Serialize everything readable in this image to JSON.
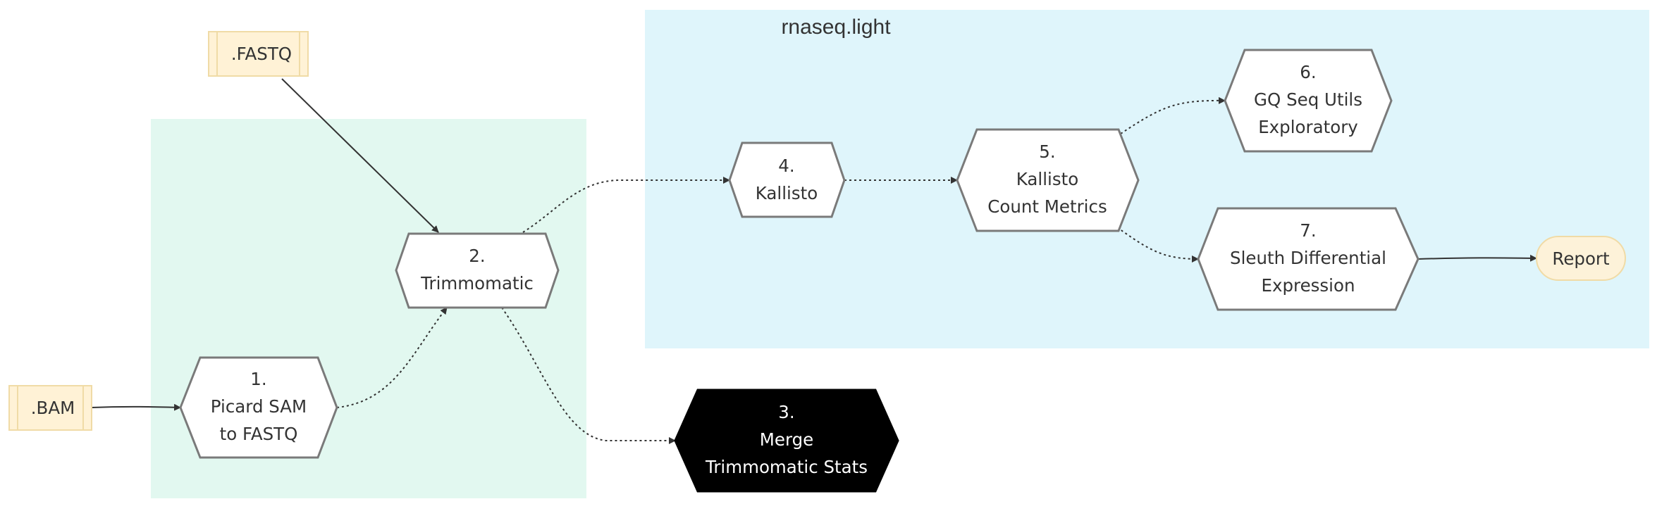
{
  "clusters": {
    "rnaseq": {
      "title": "rnaseq.light",
      "color": "#dff5fb"
    },
    "trim": {
      "title": "",
      "color": "#e2f8f0"
    }
  },
  "nodes": {
    "fastq": {
      "text": ".FASTQ"
    },
    "bam": {
      "text": ".BAM"
    },
    "n1": {
      "lines": [
        "1.",
        "Picard SAM",
        "to FASTQ"
      ]
    },
    "n2": {
      "lines": [
        "2.",
        "Trimmomatic"
      ]
    },
    "n3": {
      "lines": [
        "3.",
        "Merge",
        "Trimmomatic Stats"
      ]
    },
    "n4": {
      "lines": [
        "4.",
        "Kallisto"
      ]
    },
    "n5": {
      "lines": [
        "5.",
        "Kallisto",
        "Count Metrics"
      ]
    },
    "n6": {
      "lines": [
        "6.",
        "GQ Seq Utils",
        "Exploratory"
      ]
    },
    "n7": {
      "lines": [
        "7.",
        "Sleuth Differential",
        "Expression"
      ]
    },
    "report": {
      "text": "Report"
    }
  },
  "edges": [
    {
      "from": ".FASTQ",
      "to": "2. Trimmomatic",
      "style": "solid"
    },
    {
      "from": ".BAM",
      "to": "1. Picard SAM to FASTQ",
      "style": "solid"
    },
    {
      "from": "1. Picard SAM to FASTQ",
      "to": "2. Trimmomatic",
      "style": "dotted"
    },
    {
      "from": "2. Trimmomatic",
      "to": "4. Kallisto",
      "style": "dotted"
    },
    {
      "from": "2. Trimmomatic",
      "to": "3. Merge Trimmomatic Stats",
      "style": "dotted"
    },
    {
      "from": "4. Kallisto",
      "to": "5. Kallisto Count Metrics",
      "style": "dotted"
    },
    {
      "from": "5. Kallisto Count Metrics",
      "to": "6. GQ Seq Utils Exploratory",
      "style": "dotted"
    },
    {
      "from": "5. Kallisto Count Metrics",
      "to": "7. Sleuth Differential Expression",
      "style": "dotted"
    },
    {
      "from": "7. Sleuth Differential Expression",
      "to": "Report",
      "style": "solid"
    }
  ],
  "colors": {
    "file_fill": "#fff2d6",
    "file_stroke": "#f0dba6",
    "step_fill": "#ffffff",
    "step_stroke": "#7a7a7a",
    "highlight_fill": "#000000",
    "report_fill": "#fdf2d9",
    "edge": "#333333"
  }
}
